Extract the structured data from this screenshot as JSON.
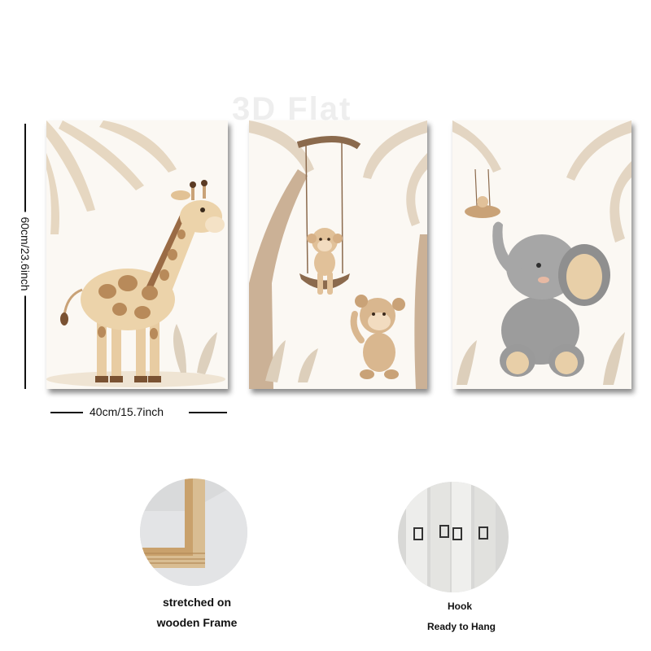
{
  "watermark": {
    "text": "3D Flat"
  },
  "dimensions": {
    "height_label": "60cm/23.6inch",
    "width_label": "40cm/15.7inch"
  },
  "panels": [
    {
      "subject": "giraffe"
    },
    {
      "subject": "monkeys-on-swing"
    },
    {
      "subject": "elephant"
    }
  ],
  "features": {
    "frame": {
      "line1": "stretched on",
      "line2": "wooden Frame"
    },
    "hook": {
      "line1": "Hook",
      "line2": "Ready to Hang"
    }
  },
  "colors": {
    "beige": "#e6d3b8",
    "tan": "#c9a277",
    "brown": "#8b5e3c",
    "elephant_grey": "#9c9c9c"
  }
}
